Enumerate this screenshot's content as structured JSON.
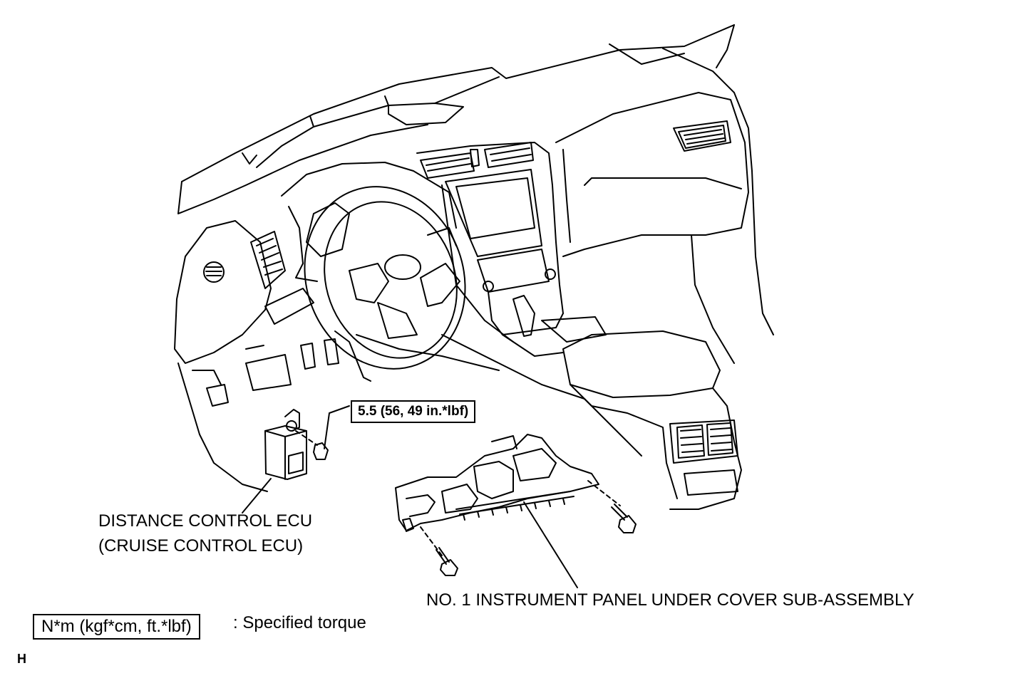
{
  "labels": {
    "torque_value": "5.5 (56, 49 in.*lbf)",
    "ecu_line1": "DISTANCE CONTROL ECU",
    "ecu_line2": "(CRUISE CONTROL ECU)",
    "under_cover": "NO. 1 INSTRUMENT PANEL UNDER COVER SUB-ASSEMBLY"
  },
  "legend": {
    "box_text": "N*m (kgf*cm, ft.*lbf)",
    "description": ": Specified torque"
  },
  "footer": {
    "code": "H"
  },
  "colors": {
    "line": "#000000",
    "background": "#ffffff"
  }
}
